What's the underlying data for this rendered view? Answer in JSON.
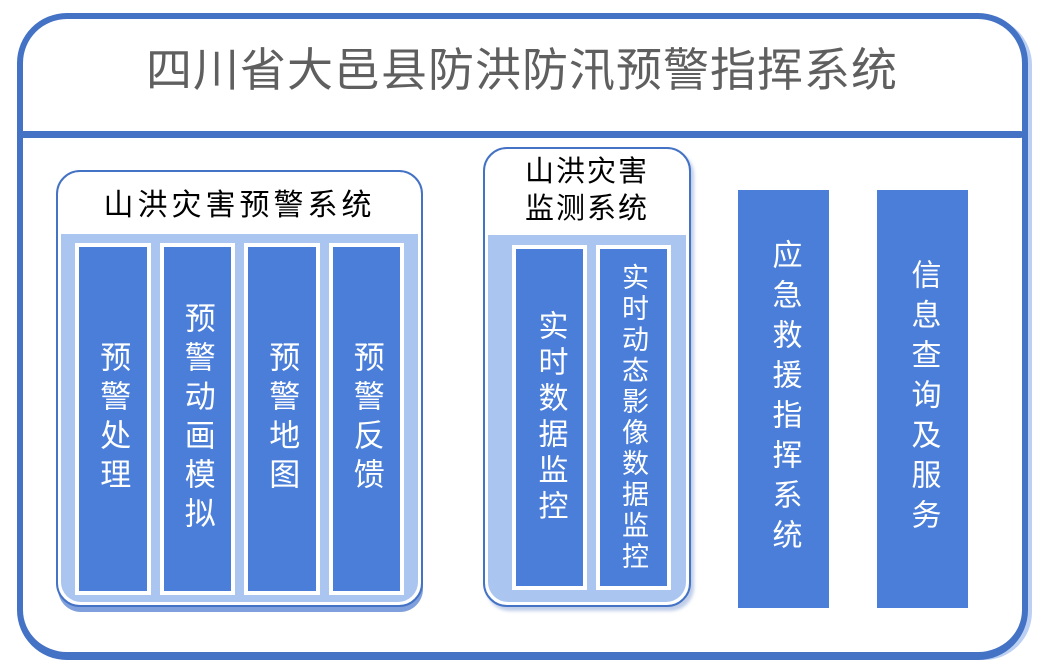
{
  "colors": {
    "accent_blue": "#4472C4",
    "bar_fill_blue": "#4A7ED9",
    "panel_light_blue": "#AAC5F0",
    "title_gray": "#5F5F5F",
    "bar_text_white": "#FFFFFF"
  },
  "header": {
    "title": "四川省大邑县防洪防汛预警指挥系统"
  },
  "warning_group": {
    "title": "山洪灾害预警系统",
    "bars": [
      "预警处理",
      "预警动画模拟",
      "预警地图",
      "预警反馈"
    ]
  },
  "monitor_group": {
    "title_line1": "山洪灾害",
    "title_line2": "监测系统",
    "bars": [
      "实时数据监控",
      "实时动态影像数据监控"
    ]
  },
  "pillars": [
    "应急救援指挥系统",
    "信息查询及服务"
  ]
}
